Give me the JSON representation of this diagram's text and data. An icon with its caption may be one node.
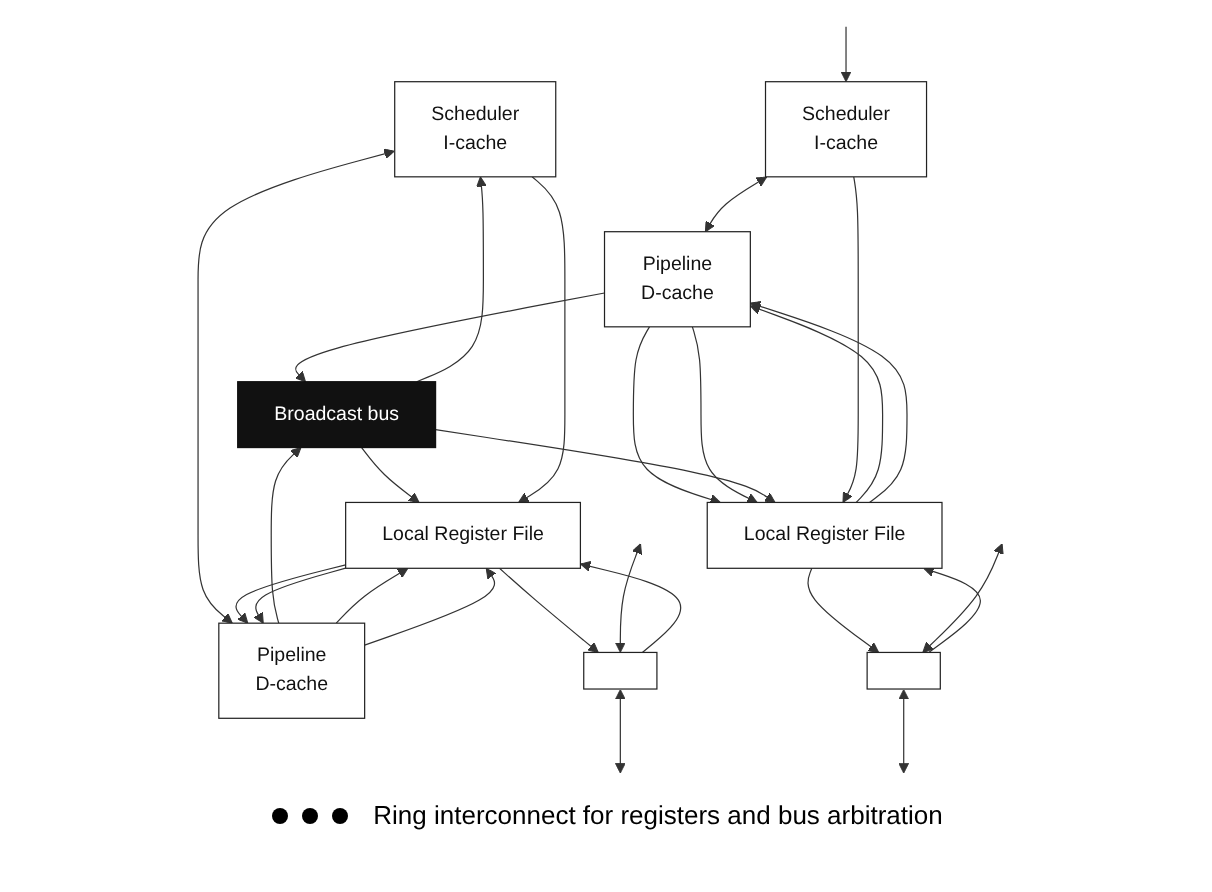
{
  "diagram": {
    "nodes": [
      {
        "text": [
          "Scheduler",
          "I-cache"
        ]
      },
      {
        "text": [
          "Pipeline",
          "D-cache"
        ]
      },
      {
        "text": [
          "Scheduler",
          "I-cache"
        ]
      },
      {
        "text": [
          "Pipeline",
          "D-cache"
        ]
      },
      {
        "text": [
          "Broadcast bus"
        ]
      },
      {
        "text": [
          "Local Register File"
        ]
      },
      {
        "text": [
          "Local Register File"
        ]
      },
      {
        "text": [],
        "shape": "box"
      },
      {
        "text": [],
        "shape": "box"
      }
    ],
    "edges": [
      {
        "from": 0,
        "to": 1,
        "arrow": "both"
      },
      {
        "from": 1,
        "to": 4,
        "arrow": "to"
      },
      {
        "from": 1,
        "to": 5,
        "arrow": "to"
      },
      {
        "from": 1,
        "to": 5,
        "arrow": "to"
      },
      {
        "from": 4,
        "to": 5,
        "arrow": "to"
      },
      {
        "from": 0,
        "to": 5,
        "arrow": "to"
      },
      {
        "from": 4,
        "to": 0,
        "arrow": "to"
      },
      {
        "from": 5,
        "to": 1,
        "arrow": "to"
      },
      {
        "from": 5,
        "to": 1,
        "arrow": "to"
      },
      {
        "from": 5,
        "to": 7,
        "arrow": "to"
      },
      {
        "from": 7,
        "to": 5,
        "arrow": "to"
      },
      {
        "from": null,
        "to": 7,
        "arrow": "both"
      },
      {
        "from": 7,
        "to": null,
        "arrow": "both"
      },
      {
        "from": null,
        "to": 2,
        "arrow": "to"
      },
      {
        "from": 2,
        "to": 3,
        "arrow": "both"
      },
      {
        "from": 3,
        "to": 4,
        "arrow": "to"
      },
      {
        "from": 3,
        "to": 6,
        "arrow": "to"
      },
      {
        "from": 3,
        "to": 6,
        "arrow": "to"
      },
      {
        "from": 4,
        "to": 6,
        "arrow": "to"
      },
      {
        "from": 2,
        "to": 6,
        "arrow": "to"
      },
      {
        "from": 6,
        "to": 3,
        "arrow": "to"
      },
      {
        "from": 6,
        "to": 3,
        "arrow": "to"
      },
      {
        "from": 6,
        "to": 8,
        "arrow": "to"
      },
      {
        "from": 8,
        "to": 6,
        "arrow": "to"
      },
      {
        "from": null,
        "to": 8,
        "arrow": "both"
      },
      {
        "from": 8,
        "to": null,
        "arrow": "both"
      }
    ],
    "labels": [
      "Ring interconnect for registers and bus arbitration"
    ]
  }
}
